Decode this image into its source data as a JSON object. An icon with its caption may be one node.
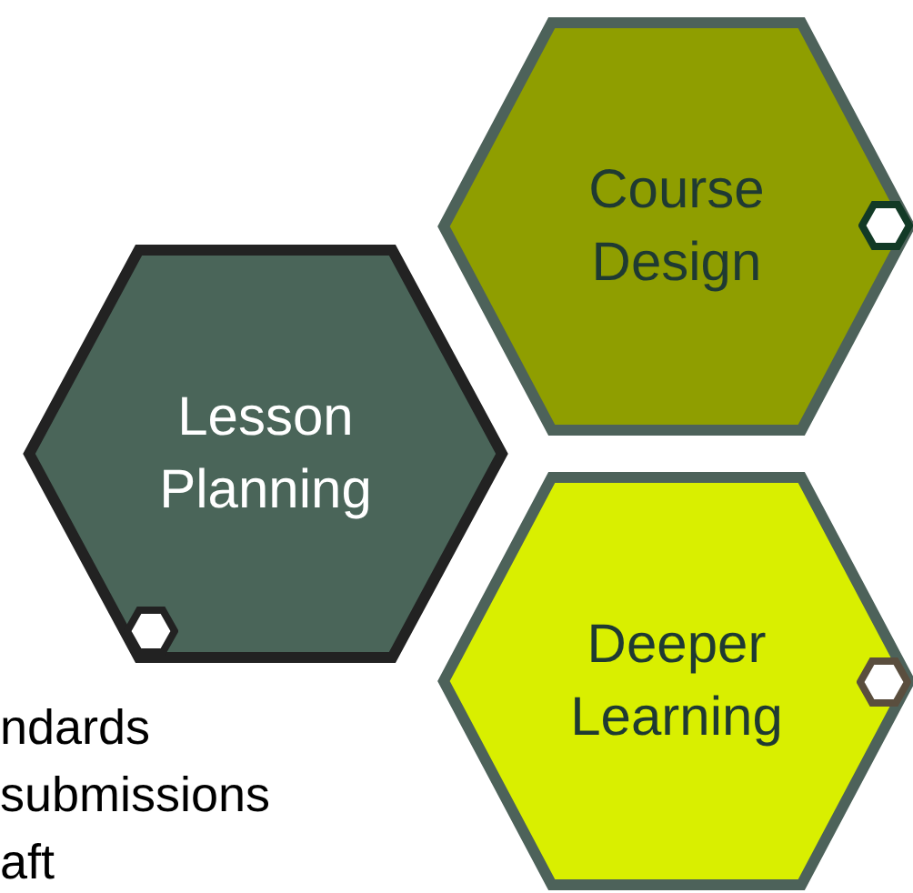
{
  "diagram": {
    "nodes": [
      {
        "text": [
          "Lesson Planning"
        ]
      },
      {
        "text": [
          "Course Design"
        ]
      },
      {
        "text": [
          "Deeper Learning"
        ]
      }
    ],
    "labels": [
      "ndards",
      "submissions",
      "aft"
    ]
  }
}
